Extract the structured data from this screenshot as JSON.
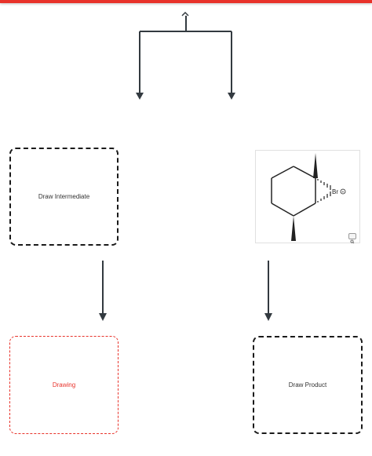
{
  "boxes": {
    "intermediate_label": "Draw Intermediate",
    "drawing_label": "Drawing",
    "product_label": "Draw Product"
  },
  "molecule": {
    "atom_label": "Br",
    "charge": "+"
  },
  "colors": {
    "accent": "#e8322a",
    "arrow": "#333a40",
    "border": "#1a1a1a"
  },
  "icons": {
    "top": "caret-up-icon",
    "zoom": "magnifier-icon"
  }
}
